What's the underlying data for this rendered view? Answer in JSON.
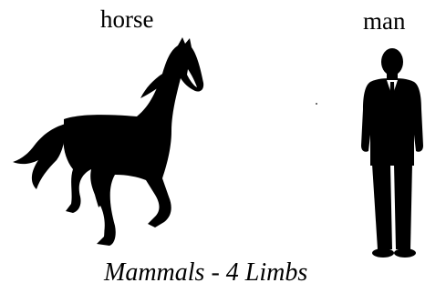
{
  "labels": {
    "horse": "horse",
    "man": "man"
  },
  "caption": "Mammals - 4 Limbs",
  "figures": {
    "horse": "galloping-horse-silhouette",
    "man": "man-in-suit-silhouette"
  },
  "colors": {
    "ink": "#000000",
    "background": "#ffffff"
  }
}
